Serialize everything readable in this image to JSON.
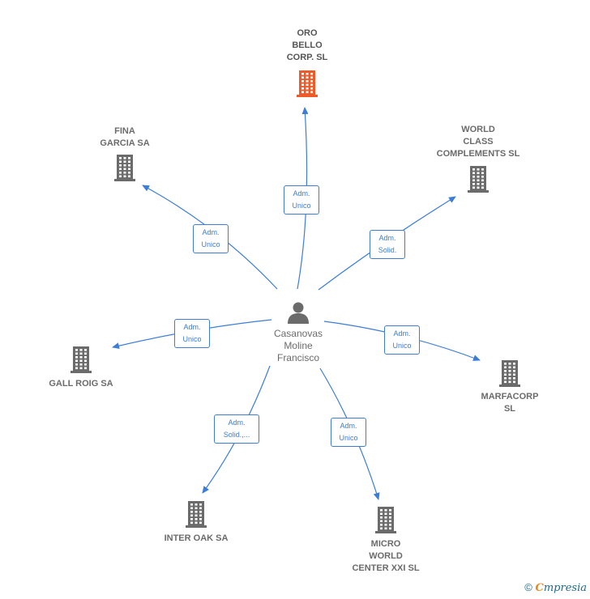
{
  "colors": {
    "edge": "#3b7dd8",
    "building": "#6b6b6b",
    "building_main": "#f05a28",
    "person": "#6b6b6b"
  },
  "center": {
    "name": "Casanovas\nMoline\nFrancisco",
    "icon": "person-icon"
  },
  "nodes": [
    {
      "id": "oro",
      "label": "ORO\nBELLO\nCORP.   SL",
      "main": true,
      "icon": "building-icon"
    },
    {
      "id": "fina",
      "label": "FINA\nGARCIA SA",
      "main": false,
      "icon": "building-icon"
    },
    {
      "id": "world",
      "label": "WORLD\nCLASS\nCOMPLEMENTS SL",
      "main": false,
      "icon": "building-icon"
    },
    {
      "id": "gall",
      "label": "GALL ROIG SA",
      "main": false,
      "icon": "building-icon"
    },
    {
      "id": "marfa",
      "label": "MARFACORP\nSL",
      "main": false,
      "icon": "building-icon"
    },
    {
      "id": "inter",
      "label": "INTER OAK SA",
      "main": false,
      "icon": "building-icon"
    },
    {
      "id": "micro",
      "label": "MICRO\nWORLD\nCENTER XXI SL",
      "main": false,
      "icon": "building-icon"
    }
  ],
  "edges": [
    {
      "to": "oro",
      "label": "Adm.\nUnico"
    },
    {
      "to": "fina",
      "label": "Adm.\nUnico"
    },
    {
      "to": "world",
      "label": "Adm.\nSolid."
    },
    {
      "to": "gall",
      "label": "Adm.\nUnico"
    },
    {
      "to": "marfa",
      "label": "Adm.\nUnico"
    },
    {
      "to": "inter",
      "label": "Adm.\nSolid.,..."
    },
    {
      "to": "micro",
      "label": "Adm.\nUnico"
    }
  ],
  "footer": {
    "copyright": "©",
    "brand_first": "C",
    "brand_rest": "mpresia"
  }
}
